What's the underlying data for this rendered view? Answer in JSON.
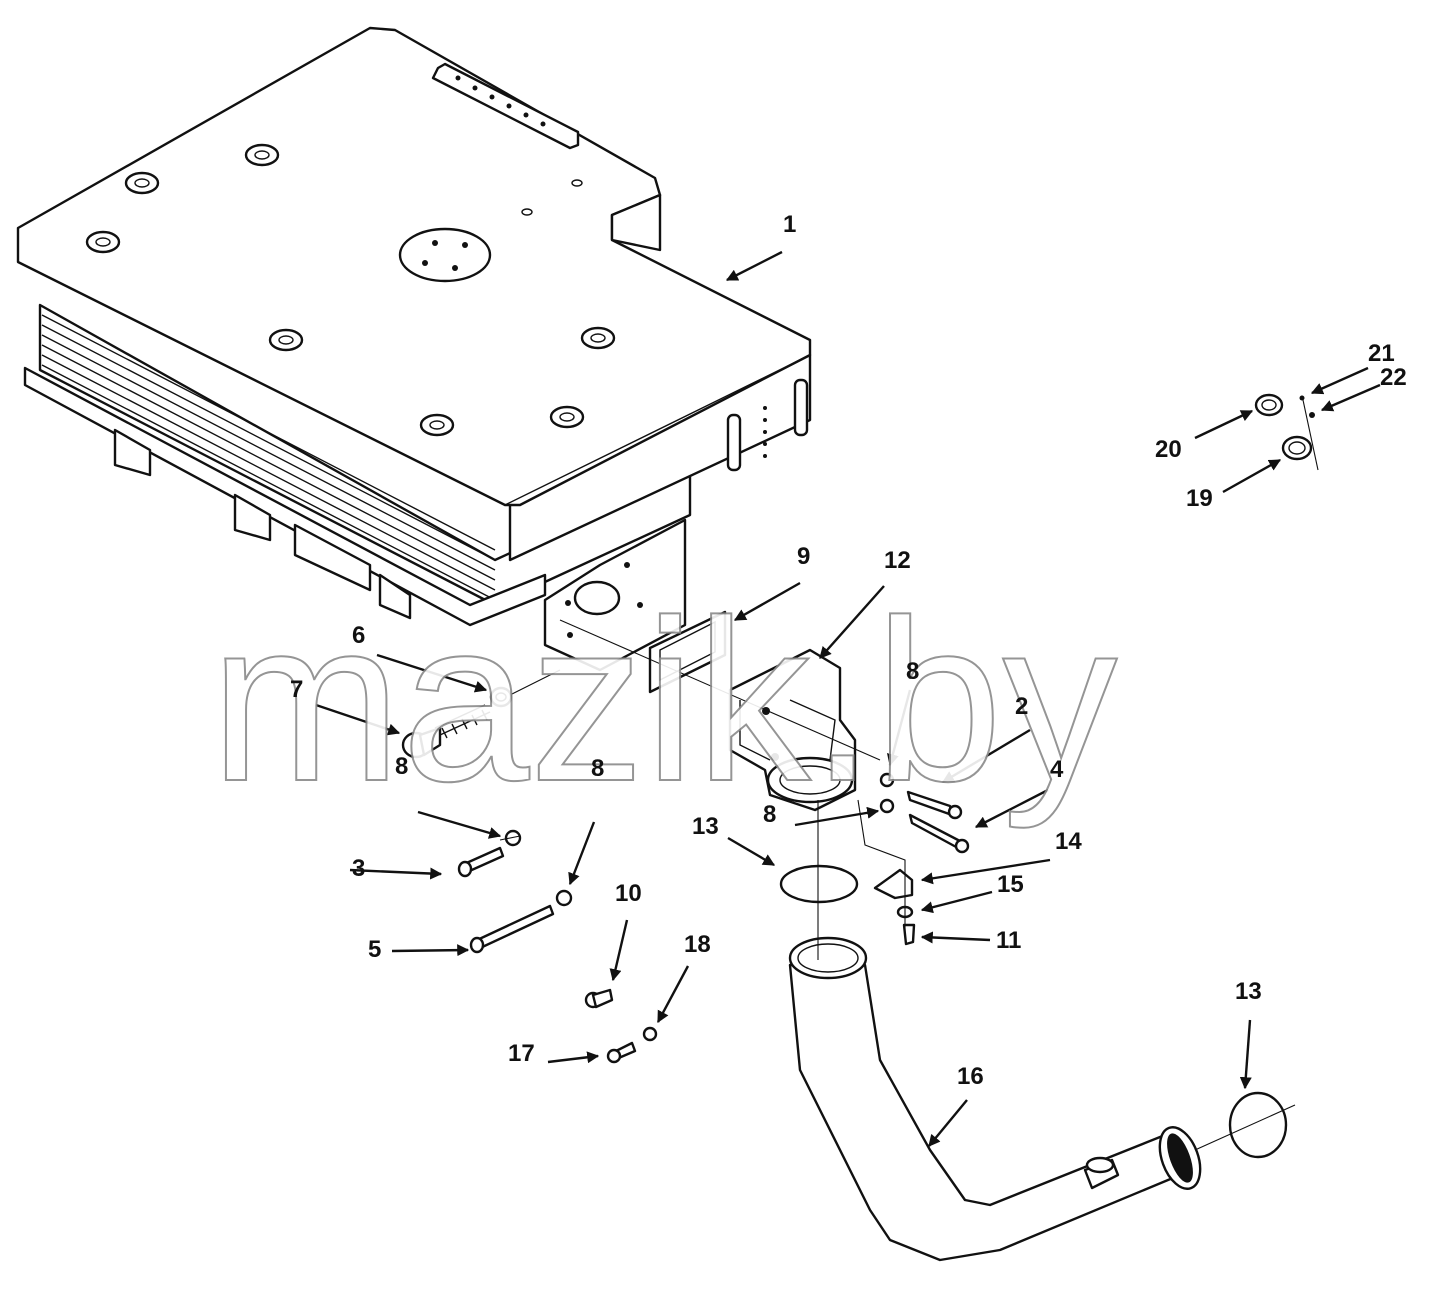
{
  "diagram": {
    "watermark": "mazik.by",
    "callouts": [
      {
        "id": "c1",
        "label": "1"
      },
      {
        "id": "c2",
        "label": "2"
      },
      {
        "id": "c3",
        "label": "3"
      },
      {
        "id": "c4",
        "label": "4"
      },
      {
        "id": "c5",
        "label": "5"
      },
      {
        "id": "c6",
        "label": "6"
      },
      {
        "id": "c7",
        "label": "7"
      },
      {
        "id": "c8a",
        "label": "8"
      },
      {
        "id": "c8b",
        "label": "8"
      },
      {
        "id": "c8c",
        "label": "8"
      },
      {
        "id": "c8d",
        "label": "8"
      },
      {
        "id": "c9",
        "label": "9"
      },
      {
        "id": "c10",
        "label": "10"
      },
      {
        "id": "c11",
        "label": "11"
      },
      {
        "id": "c12",
        "label": "12"
      },
      {
        "id": "c13a",
        "label": "13"
      },
      {
        "id": "c13b",
        "label": "13"
      },
      {
        "id": "c14",
        "label": "14"
      },
      {
        "id": "c15",
        "label": "15"
      },
      {
        "id": "c16",
        "label": "16"
      },
      {
        "id": "c17",
        "label": "17"
      },
      {
        "id": "c18",
        "label": "18"
      },
      {
        "id": "c19",
        "label": "19"
      },
      {
        "id": "c20",
        "label": "20"
      },
      {
        "id": "c21",
        "label": "21"
      },
      {
        "id": "c22",
        "label": "22"
      }
    ]
  }
}
